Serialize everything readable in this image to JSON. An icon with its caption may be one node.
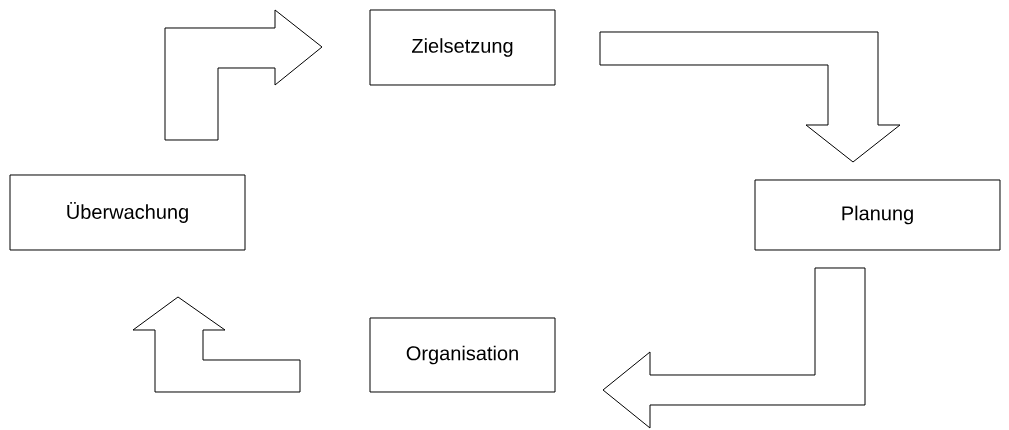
{
  "diagram": {
    "nodes": [
      {
        "text": [
          "Zielsetzung"
        ]
      },
      {
        "text": [
          "Planung"
        ]
      },
      {
        "text": [
          "Organisation"
        ]
      },
      {
        "text": [
          "Überwachung"
        ]
      }
    ],
    "edges": [
      {
        "from": 3,
        "to": 0,
        "arrow": "to"
      },
      {
        "from": 0,
        "to": 1,
        "arrow": "to"
      },
      {
        "from": 1,
        "to": 2,
        "arrow": "to"
      },
      {
        "from": 2,
        "to": 3,
        "arrow": "to"
      }
    ]
  }
}
